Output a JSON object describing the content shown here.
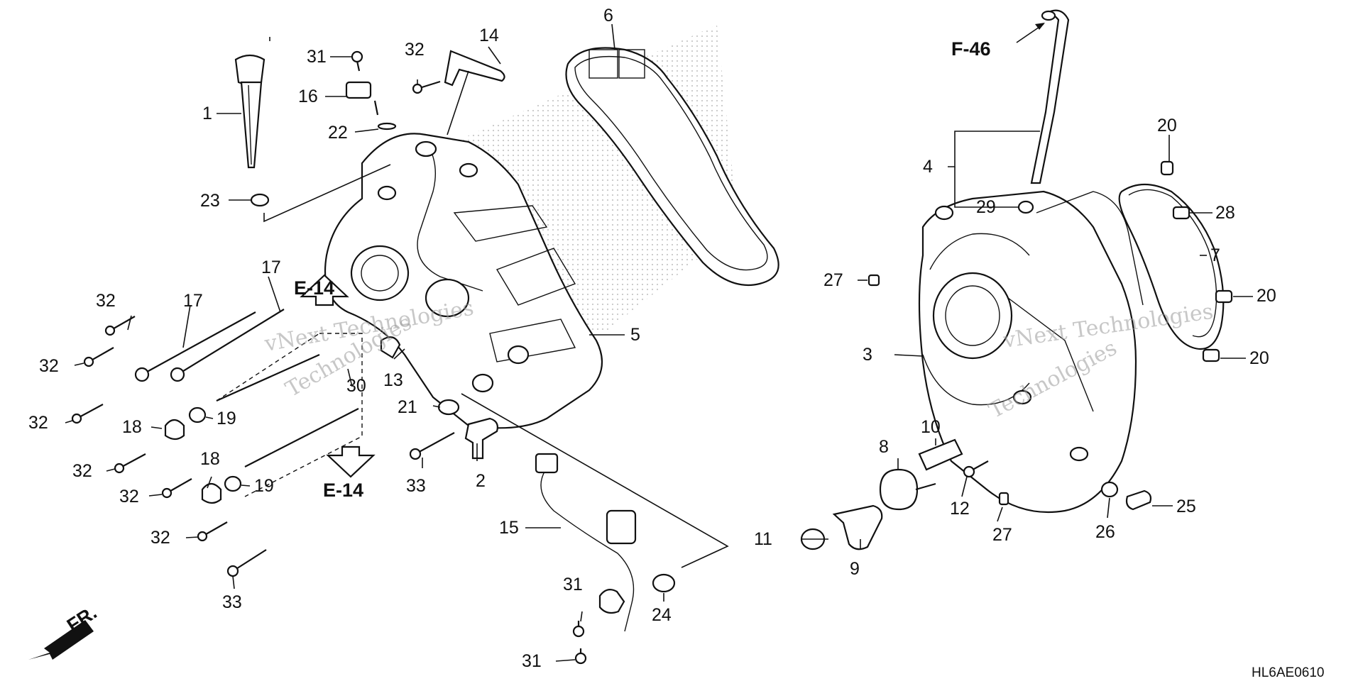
{
  "diagram": {
    "code": "HL6AE0610",
    "direction_label": "FR.",
    "watermark": "vNext Technologies",
    "watermark_b": "Technologies"
  },
  "refs": {
    "e14_top": "E-14",
    "e14_bottom": "E-14",
    "f46": "F-46"
  },
  "callouts": [
    {
      "id": "c1",
      "text": "1"
    },
    {
      "id": "c2",
      "text": "2"
    },
    {
      "id": "c3",
      "text": "3"
    },
    {
      "id": "c4",
      "text": "4"
    },
    {
      "id": "c5",
      "text": "5"
    },
    {
      "id": "c6",
      "text": "6"
    },
    {
      "id": "c7",
      "text": "7"
    },
    {
      "id": "c8",
      "text": "8"
    },
    {
      "id": "c9",
      "text": "9"
    },
    {
      "id": "c10",
      "text": "10"
    },
    {
      "id": "c11",
      "text": "11"
    },
    {
      "id": "c12",
      "text": "12"
    },
    {
      "id": "c13",
      "text": "13"
    },
    {
      "id": "c14",
      "text": "14"
    },
    {
      "id": "c15",
      "text": "15"
    },
    {
      "id": "c16",
      "text": "16"
    },
    {
      "id": "c17a",
      "text": "17"
    },
    {
      "id": "c17b",
      "text": "17"
    },
    {
      "id": "c18a",
      "text": "18"
    },
    {
      "id": "c18b",
      "text": "18"
    },
    {
      "id": "c19a",
      "text": "19"
    },
    {
      "id": "c19b",
      "text": "19"
    },
    {
      "id": "c20a",
      "text": "20"
    },
    {
      "id": "c20b",
      "text": "20"
    },
    {
      "id": "c20c",
      "text": "20"
    },
    {
      "id": "c21",
      "text": "21"
    },
    {
      "id": "c22",
      "text": "22"
    },
    {
      "id": "c23",
      "text": "23"
    },
    {
      "id": "c24",
      "text": "24"
    },
    {
      "id": "c25",
      "text": "25"
    },
    {
      "id": "c26",
      "text": "26"
    },
    {
      "id": "c27a",
      "text": "27"
    },
    {
      "id": "c27b",
      "text": "27"
    },
    {
      "id": "c28",
      "text": "28"
    },
    {
      "id": "c29",
      "text": "29"
    },
    {
      "id": "c30",
      "text": "30"
    },
    {
      "id": "c31a",
      "text": "31"
    },
    {
      "id": "c31b",
      "text": "31"
    },
    {
      "id": "c31c",
      "text": "31"
    },
    {
      "id": "c32a",
      "text": "32"
    },
    {
      "id": "c32b",
      "text": "32"
    },
    {
      "id": "c32c",
      "text": "32"
    },
    {
      "id": "c32d",
      "text": "32"
    },
    {
      "id": "c32e",
      "text": "32"
    },
    {
      "id": "c32f",
      "text": "32"
    },
    {
      "id": "c32g",
      "text": "32"
    },
    {
      "id": "c33a",
      "text": "33"
    },
    {
      "id": "c33b",
      "text": "33"
    }
  ]
}
